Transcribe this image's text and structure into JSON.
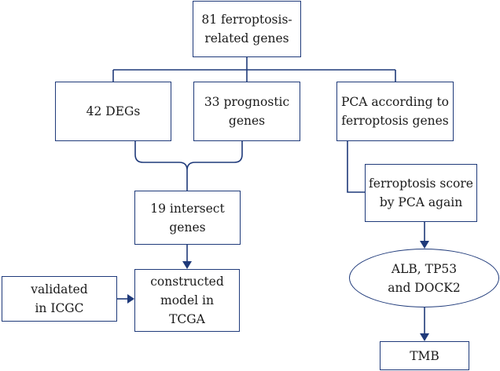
{
  "nodes": {
    "ferroptosis_genes": "81 ferroptosis-\nrelated genes",
    "degs": "42 DEGs",
    "prognostic_genes": "33 prognostic\ngenes",
    "pca_ferroptosis": "PCA according to\nferroptosis genes",
    "ferroptosis_score": "ferroptosis score\nby PCA again",
    "intersect_genes": "19 intersect\ngenes",
    "constructed_model": "constructed\nmodel in\nTCGA",
    "validated_icgc": "validated\nin ICGC",
    "alb_tp53_dock2": "ALB, TP53\nand DOCK2",
    "tmb": "TMB"
  },
  "colors": {
    "line": "#1f3a7a",
    "text": "#1a1a1a",
    "background": "#ffffff"
  }
}
